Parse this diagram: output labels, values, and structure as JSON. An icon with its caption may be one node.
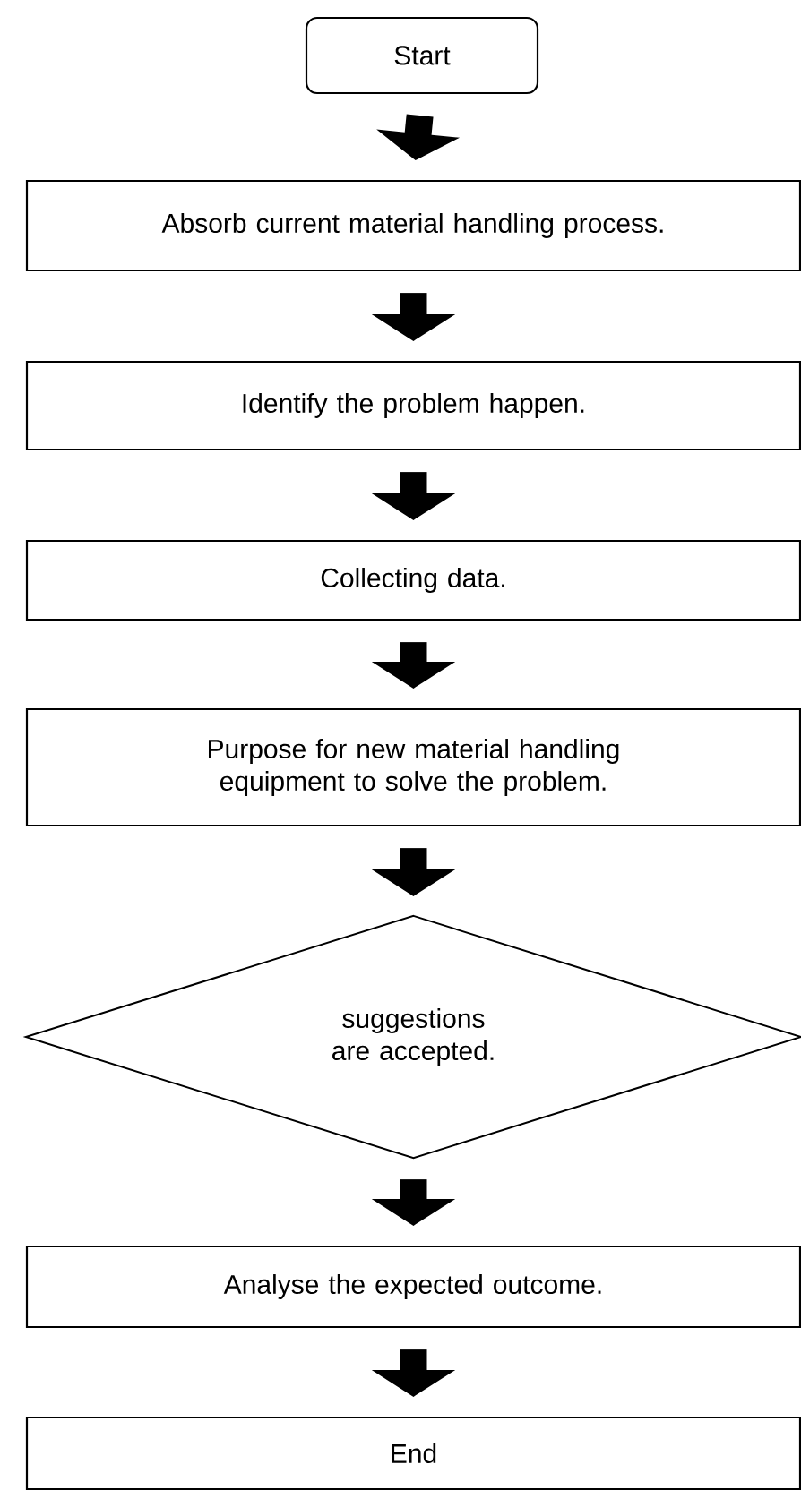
{
  "diagram": {
    "nodes": [
      {
        "text": [
          "Start"
        ]
      },
      {
        "text": [
          "Absorb current material handling process."
        ]
      },
      {
        "text": [
          "Identify the problem happen."
        ]
      },
      {
        "text": [
          "Collecting data."
        ]
      },
      {
        "text": [
          "Purpose for new material handling equipment to solve the problem."
        ]
      },
      {
        "text": [
          "suggestions are accepted."
        ]
      },
      {
        "text": [
          "Analyse the expected outcome."
        ]
      },
      {
        "text": [
          "End"
        ]
      }
    ],
    "edges": [
      {
        "from": 0,
        "to": 1,
        "arrow": "to"
      },
      {
        "from": 1,
        "to": 2,
        "arrow": "to"
      },
      {
        "from": 2,
        "to": 3,
        "arrow": "to"
      },
      {
        "from": 3,
        "to": 4,
        "arrow": "to"
      },
      {
        "from": 4,
        "to": 5,
        "arrow": "to"
      },
      {
        "from": 5,
        "to": 6,
        "arrow": "to"
      },
      {
        "from": 6,
        "to": 7,
        "arrow": "to"
      }
    ]
  }
}
